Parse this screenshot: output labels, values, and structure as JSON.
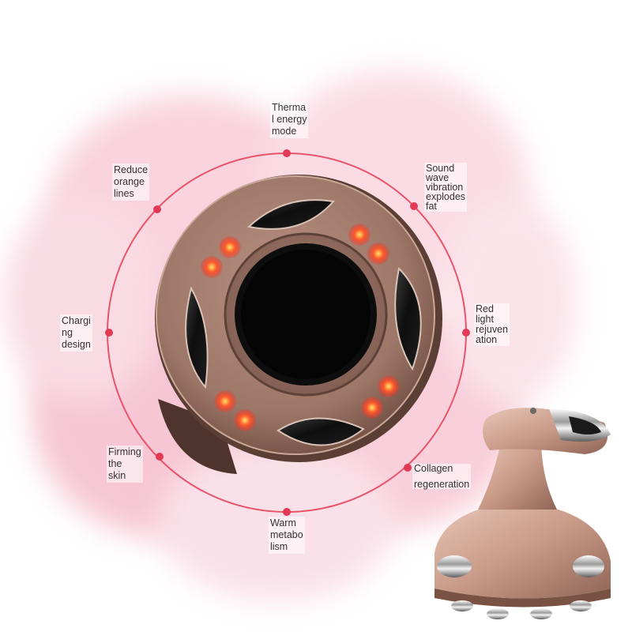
{
  "colors": {
    "ring": "#e8546a",
    "dot": "#e23a55",
    "device_body": "#a07a6c",
    "device_dark": "#121212",
    "led": "#ff3b2a",
    "pink_backdrop": "#f7c9d6"
  },
  "features": [
    {
      "id": "thermal",
      "text": "Therma\nl energy\nmode"
    },
    {
      "id": "sound",
      "text": "Sound\nwave\nvibration\nexplodes\nfat"
    },
    {
      "id": "red-light",
      "text": "Red\nlight\nrejuven\nation"
    },
    {
      "id": "collagen",
      "text": "Collagen\n\nregeneration"
    },
    {
      "id": "warm",
      "text": "Warm\nmetabo\nlism"
    },
    {
      "id": "firming",
      "text": "Firming\nthe\nskin"
    },
    {
      "id": "charging",
      "text": "Chargi\nng\ndesign"
    },
    {
      "id": "reduce",
      "text": "Reduce\norange\nlines"
    }
  ]
}
